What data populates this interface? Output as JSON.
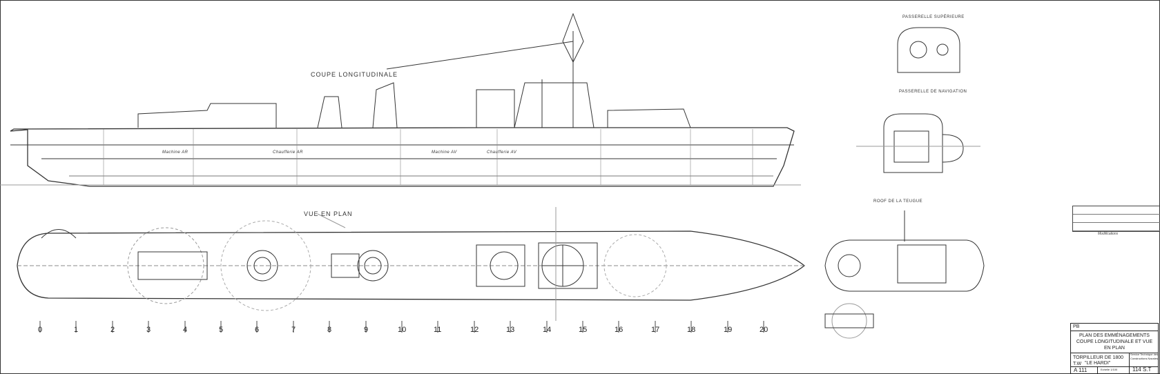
{
  "views": {
    "longitudinal": "COUPE LONGITUDINALE",
    "plan": "VUE EN PLAN",
    "upper_bridge": "PASSERELLE SUPÉRIEURE",
    "nav_bridge": "PASSERELLE DE NAVIGATION",
    "forecastle_roof": "ROOF DE LA TEUGUE"
  },
  "stations": [
    "0",
    "1",
    "2",
    "3",
    "4",
    "5",
    "6",
    "7",
    "8",
    "9",
    "10",
    "11",
    "12",
    "13",
    "14",
    "15",
    "16",
    "17",
    "18",
    "19",
    "20"
  ],
  "compartments": [
    "Machine AR",
    "Chaufferie AR",
    "Machine AV",
    "Chaufferie AV"
  ],
  "modifications": {
    "label": "Modifications"
  },
  "title_block": {
    "code": "PB",
    "title": "PLAN DES EMMÉNAGEMENTS COUPE LONGITUDINALE ET VUE EN PLAN",
    "ship": "TORPILLEUR DE 1800 T.W",
    "name": "\"LE HARDI\"",
    "stamp": "Service Technique des Constructions Navales",
    "sheet": "A 111",
    "scale": "Echelle 1/100",
    "number": "114 S.T"
  }
}
